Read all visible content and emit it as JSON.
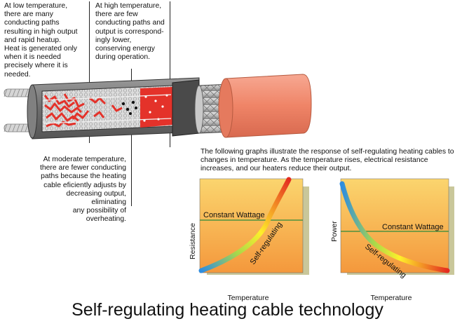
{
  "callouts": {
    "low": "At low temperature,\nthere are many\nconducting paths\nresulting in high output\nand rapid heatup.\nHeat is generated only\nwhen it is needed\nprecisely where it is\nneeded.",
    "high": "At high temperature,\nthere are few\nconducting paths and\noutput is correspond-\ningly lower,\nconserving energy\nduring operation.",
    "moderate": "At moderate temperature,\nthere are fewer conducting\npaths because the heating\ncable eficiently adjusts by\ndecreasing output, eliminating\nany possibility of overheating."
  },
  "intro": "The following graphs illustrate the response of self-regulating heating cables to changes in temperature.  As the temperature rises, electrical resistance increases, and our heaters reduce their output.",
  "title": "Self-regulating heating cable technology",
  "graphs": {
    "resistance": {
      "ylabel": "Resistance",
      "xlabel": "Temperature",
      "line_label": "Constant Wattage",
      "curve_label": "Self-regulating"
    },
    "power": {
      "ylabel": "Power",
      "xlabel": "Temperature",
      "line_label": "Constant Wattage",
      "curve_label": "Self-regulating"
    }
  },
  "colors": {
    "panel_top": "#fbd56e",
    "panel_bottom": "#f4983c",
    "shadow": "#c9c79a",
    "constant_line": "#2c8a3c",
    "jacket": "#f08a6e",
    "core_red": "#e4322a",
    "wire": "#c8c8c8"
  }
}
